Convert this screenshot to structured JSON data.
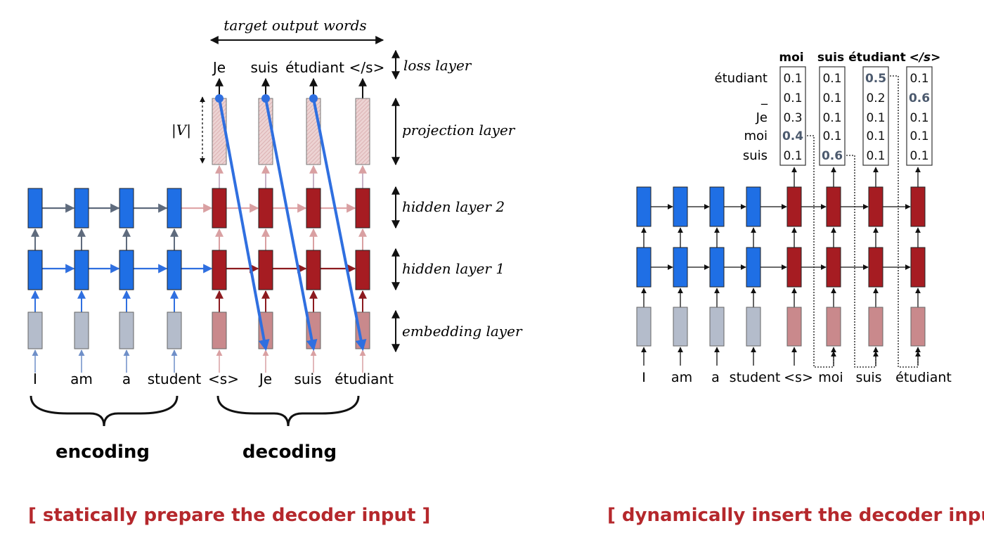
{
  "left": {
    "header": "target output words",
    "outputs": [
      "Je",
      "suis",
      "étudiant",
      "</s>"
    ],
    "V_label": "|V|",
    "layers": {
      "loss": "loss layer",
      "projection": "projection layer",
      "hidden2": "hidden layer 2",
      "hidden1": "hidden layer 1",
      "embedding": "embedding layer"
    },
    "inputs": [
      "I",
      "am",
      "a",
      "student",
      "<s>",
      "Je",
      "suis",
      "étudiant"
    ],
    "encoding_label": "encoding",
    "decoding_label": "decoding",
    "caption": "[ statically prepare the decoder input ]"
  },
  "right": {
    "columns": [
      "moi",
      "suis",
      "étudiant",
      "</s>"
    ],
    "rows": [
      "étudiant",
      "_",
      "Je",
      "moi",
      "suis"
    ],
    "probs": [
      [
        0.1,
        0.1,
        0.5,
        0.1
      ],
      [
        0.1,
        0.1,
        0.2,
        0.6
      ],
      [
        0.3,
        0.1,
        0.1,
        0.1
      ],
      [
        0.4,
        0.1,
        0.1,
        0.1
      ],
      [
        0.1,
        0.6,
        0.1,
        0.1
      ]
    ],
    "highlight_rows": [
      3,
      4,
      0,
      1
    ],
    "inputs": [
      "I",
      "am",
      "a",
      "student",
      "<s>",
      "moi",
      "suis",
      "étudiant"
    ],
    "caption": "[ dynamically insert the decoder input ]"
  },
  "colors": {
    "encoder_blue": "#1f6fe5",
    "decoder_red": "#a61c22",
    "embed_gray": "#b4bccb",
    "embed_pink": "#c9898c",
    "proj_pink": "#e9c9c9",
    "arrow_blue": "#2f6fe0",
    "caption_red": "#b5282c"
  }
}
